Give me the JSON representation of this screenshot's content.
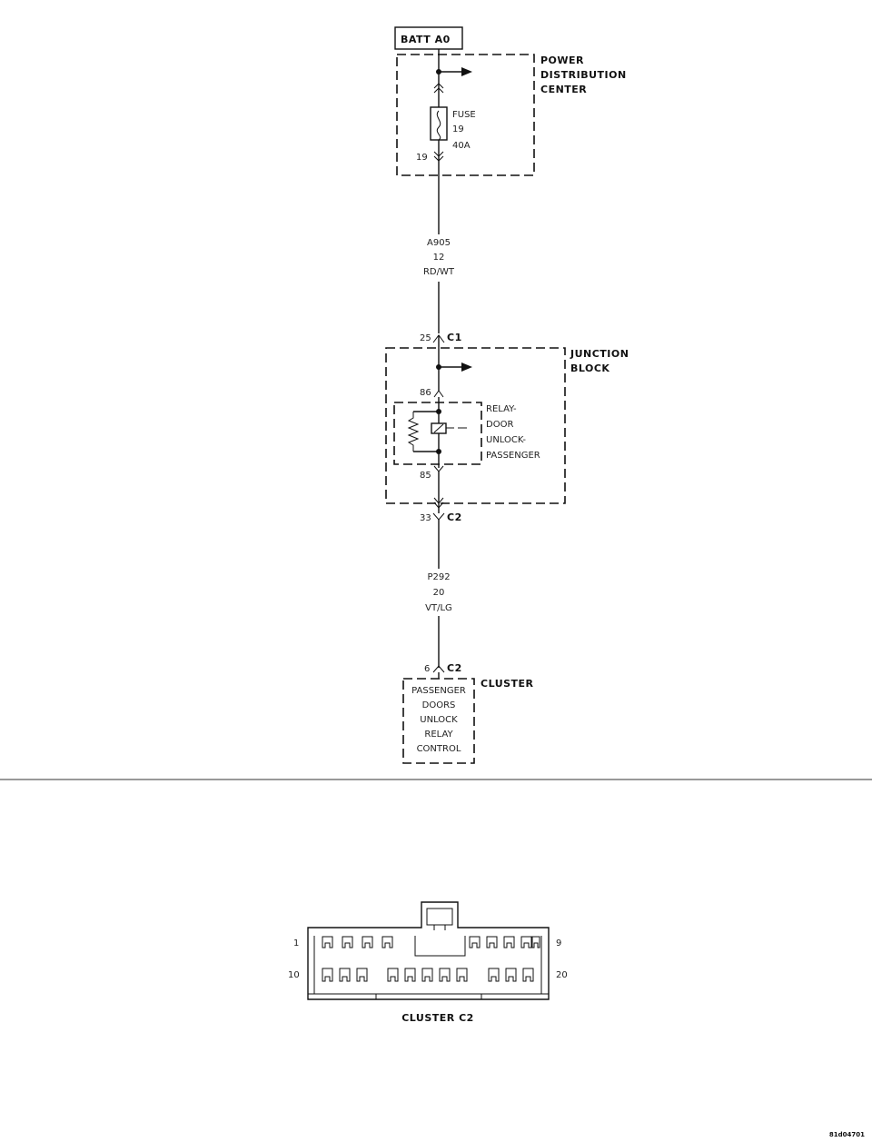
{
  "diagram": {
    "source": {
      "label": "BATT A0"
    },
    "power_distribution_center": {
      "title_lines": [
        "POWER",
        "DISTRIBUTION",
        "CENTER"
      ],
      "fuse_lines": [
        "FUSE",
        "19",
        "40A"
      ],
      "pin_out": "19"
    },
    "wire_a905": {
      "lines": [
        "A905",
        "12",
        "RD/WT"
      ]
    },
    "connector_c1": {
      "pin": "25",
      "name": "C1"
    },
    "junction_block": {
      "title_lines": [
        "JUNCTION",
        "BLOCK"
      ],
      "relay_lines": [
        "RELAY-",
        "DOOR",
        "UNLOCK-",
        "PASSENGER"
      ],
      "pin_in": "86",
      "pin_out": "85"
    },
    "connector_c2_jb": {
      "pin": "33",
      "name": "C2"
    },
    "wire_p292": {
      "lines": [
        "P292",
        "20",
        "VT/LG"
      ]
    },
    "connector_c2_cluster": {
      "pin": "6",
      "name": "C2"
    },
    "cluster": {
      "title": "CLUSTER",
      "box_lines": [
        "PASSENGER",
        "DOORS",
        "UNLOCK",
        "RELAY",
        "CONTROL"
      ]
    },
    "connector_view": {
      "caption": "CLUSTER C2",
      "pin_labels": {
        "top_left": "1",
        "top_right": "9",
        "bottom_left": "10",
        "bottom_right": "20"
      }
    },
    "figure_code": "81d04701"
  }
}
